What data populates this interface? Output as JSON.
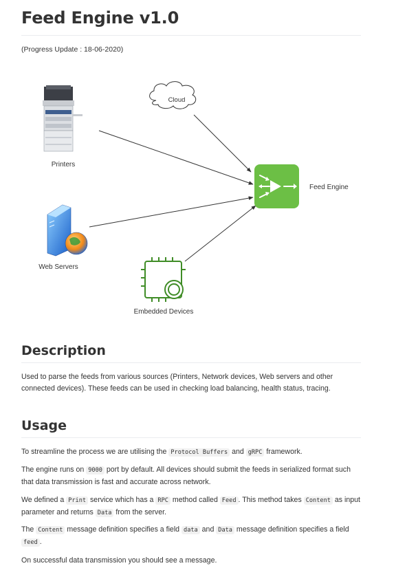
{
  "title": "Feed Engine v1.0",
  "subtitle": "(Progress Update : 18-06-2020)",
  "diagram": {
    "nodes": {
      "printers": {
        "label": "Printers",
        "icon": "printer-icon"
      },
      "cloud": {
        "label": "Cloud",
        "icon": "cloud-icon"
      },
      "web_servers": {
        "label": "Web Servers",
        "icon": "web-server-icon"
      },
      "embedded": {
        "label": "Embedded Devices",
        "icon": "chip-icon"
      },
      "engine": {
        "label": "Feed Engine",
        "icon": "switch-icon"
      }
    },
    "colors": {
      "engine": "#6cbf45",
      "chip": "#3f8c26",
      "arrow": "#333333"
    }
  },
  "description": {
    "heading": "Description",
    "text": "Used to parse the feeds from various sources (Printers, Network devices, Web servers and other connected devices). These feeds can be used in checking load balancing, health status, tracing."
  },
  "usage": {
    "heading": "Usage",
    "p1": {
      "t1": "To streamline the process we are utilising the ",
      "c1": "Protocol Buffers",
      "t2": " and ",
      "c2": "gRPC",
      "t3": " framework."
    },
    "p2": {
      "t1": "The engine runs on ",
      "c1": "9000",
      "t2": " port by default. All devices should submit the feeds in serialized format such that data transmission is fast and accurate across network."
    },
    "p3": {
      "t1": "We defined a ",
      "c1": "Print",
      "t2": " service which has a ",
      "c2": "RPC",
      "t3": " method called ",
      "c3": "Feed",
      "t4": ". This method takes ",
      "c4": "Content",
      "t5": " as input parameter and returns ",
      "c5": "Data",
      "t6": " from the server."
    },
    "p4": {
      "t1": "The ",
      "c1": "Content",
      "t2": " message definition specifies a field ",
      "c2": "data",
      "t3": " and ",
      "c3": "Data",
      "t4": " message definition specifies a field ",
      "c4": "feed",
      "t5": "."
    },
    "p5": "On successful data transmission you should see a message."
  }
}
